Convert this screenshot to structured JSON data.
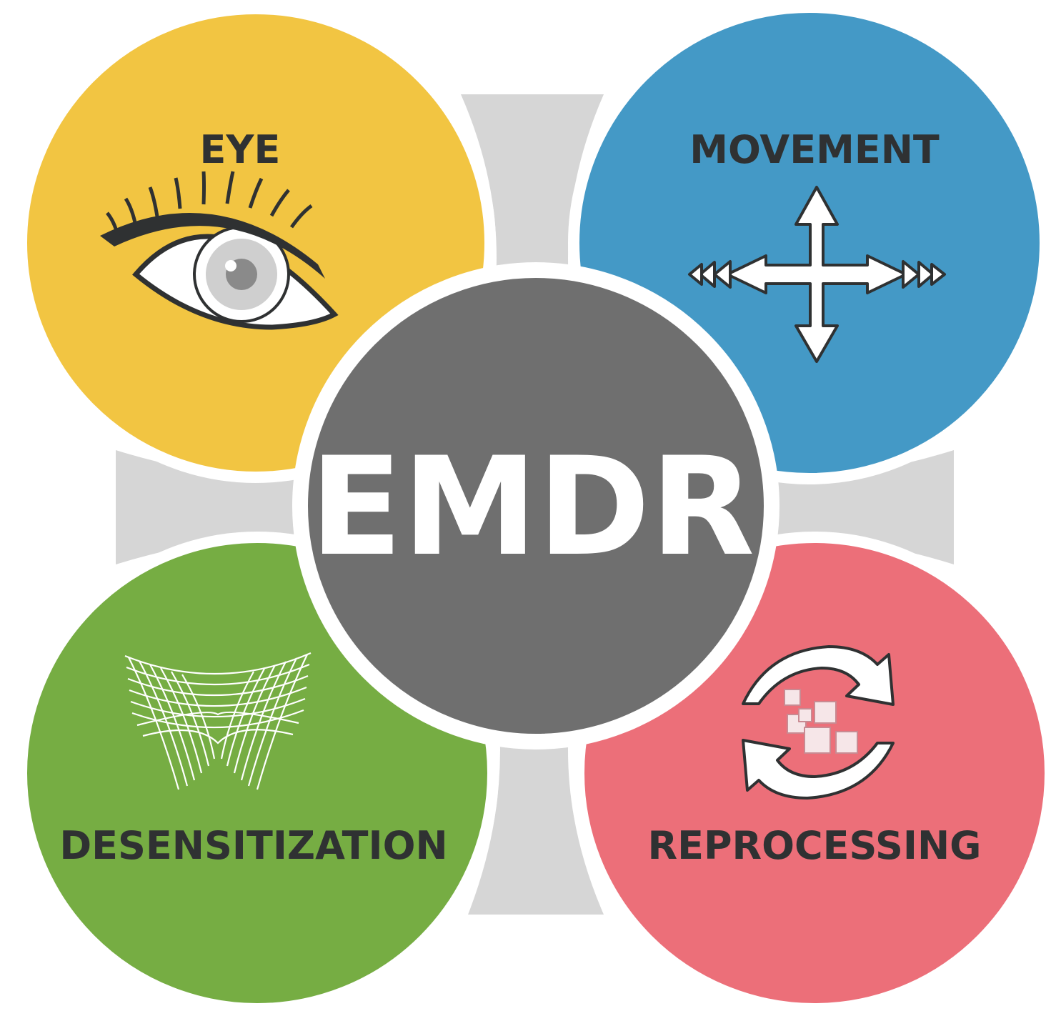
{
  "center": {
    "label": "EMDR",
    "color": "#6f6f6f",
    "text_color": "#ffffff"
  },
  "quadrants": [
    {
      "id": "eye",
      "label": "EYE",
      "color": "#f2c542",
      "icon": "eye-icon"
    },
    {
      "id": "movement",
      "label": "MOVEMENT",
      "color": "#4499c6",
      "icon": "four-direction-arrows-icon"
    },
    {
      "id": "desensitization",
      "label": "DESENSITIZATION",
      "color": "#76ad43",
      "icon": "wave-lines-icon"
    },
    {
      "id": "reprocessing",
      "label": "REPROCESSING",
      "color": "#ec6f79",
      "icon": "cycle-arrows-icon"
    }
  ],
  "colors": {
    "label_text": "#2f3132",
    "cross": "#d6d6d6",
    "outline": "#ffffff"
  }
}
